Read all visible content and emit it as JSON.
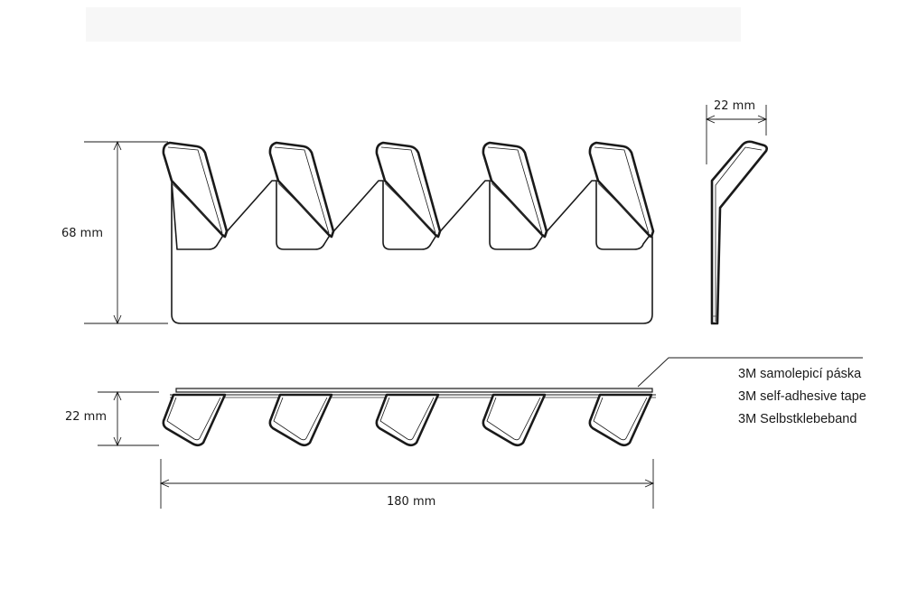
{
  "dimensions": {
    "height_label": "68 mm",
    "depth_label_side": "22 mm",
    "depth_label_top": "22 mm",
    "width_label": "180 mm"
  },
  "legend": {
    "lines": [
      "3M samolepicí páska",
      "3M self-adhesive tape",
      "3M Selbstklebeband"
    ]
  },
  "hooks_count": 5
}
